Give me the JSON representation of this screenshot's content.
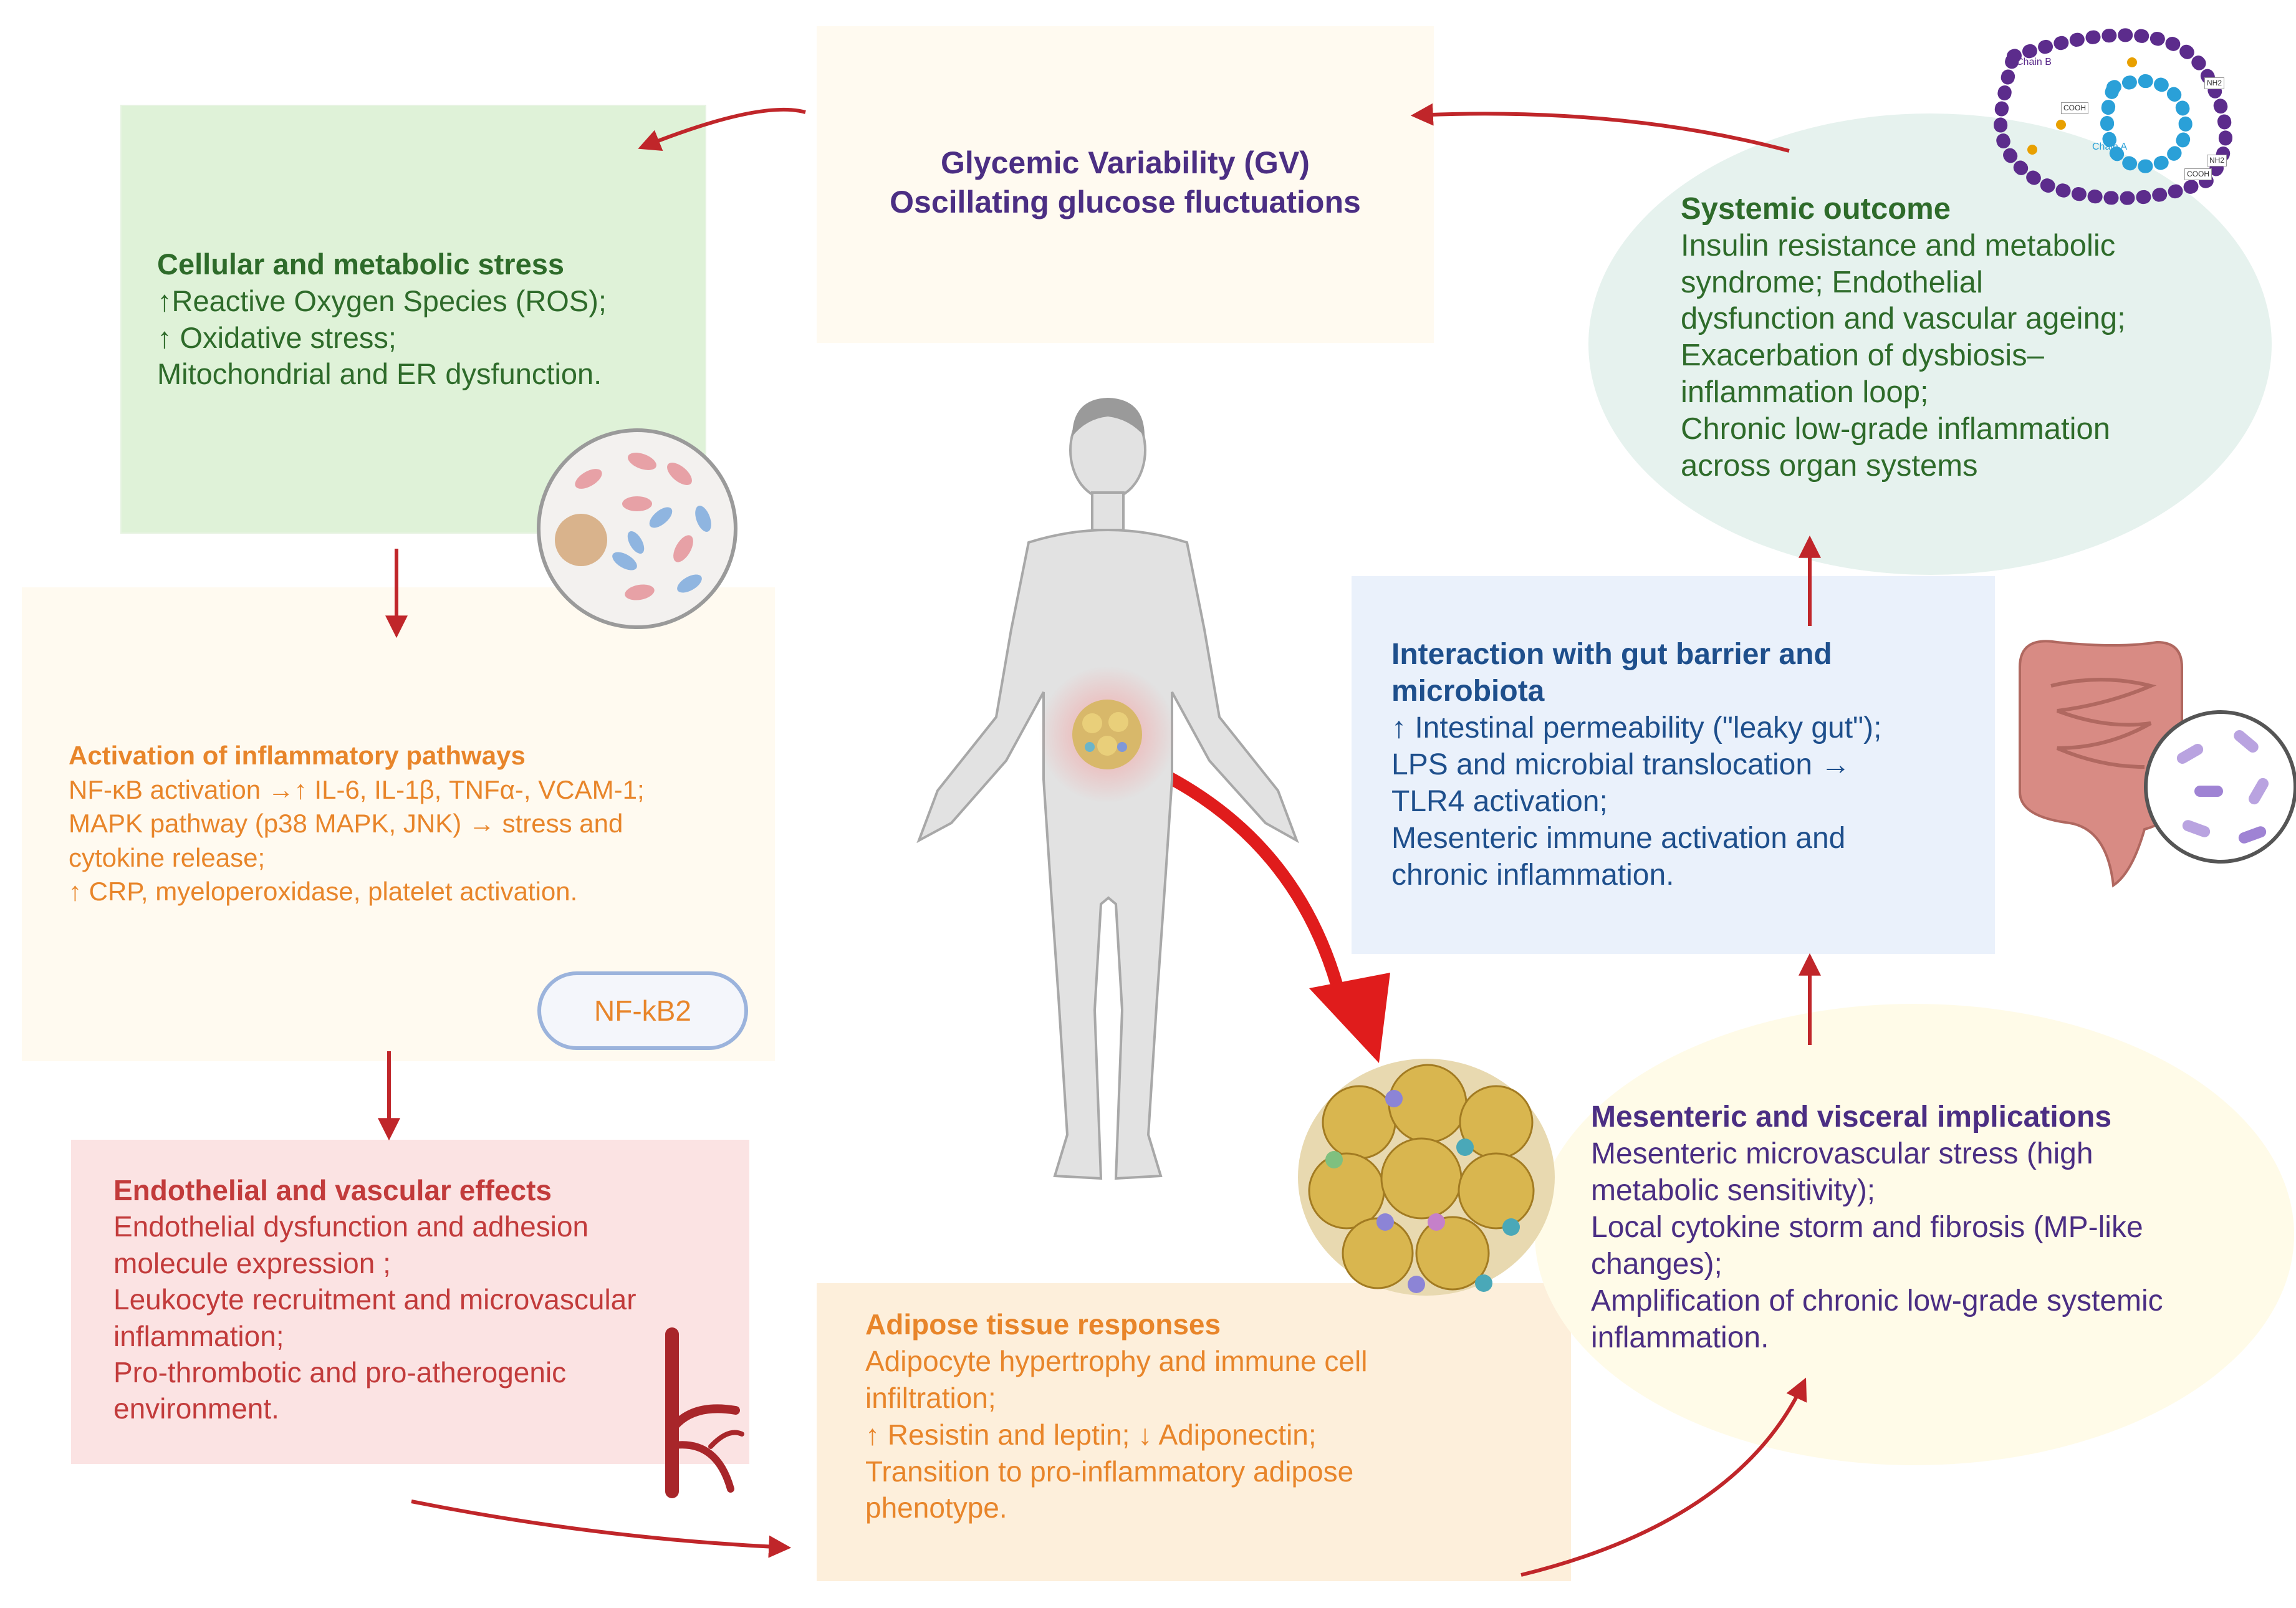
{
  "colors": {
    "gv_text": "#4b2e83",
    "stress_text": "#2e6b2a",
    "inflam_text": "#e8852a",
    "endo_text": "#c23b3b",
    "adipose_text": "#e8852a",
    "mesen_text": "#4b2e83",
    "gut_text": "#1e4f8c",
    "systemic_text": "#2e6b2a",
    "arrow": "#c0262a"
  },
  "gv": {
    "line1": "Glycemic Variability (GV)",
    "line2": "Oscillating glucose fluctuations"
  },
  "stress": {
    "title": "Cellular and metabolic stress",
    "lines": [
      "↑Reactive Oxygen Species (ROS);",
      "↑ Oxidative stress;",
      "Mitochondrial and ER dysfunction."
    ]
  },
  "inflammatory": {
    "title": "Activation of inflammatory pathways",
    "lines": [
      " NF-κB activation →↑ IL-6, IL-1β, TNFα-, VCAM-1;",
      " MAPK pathway (p38 MAPK, JNK) → stress and",
      "cytokine release;",
      "↑ CRP, myeloperoxidase, platelet activation."
    ],
    "badge": "NF-kB2"
  },
  "endothelial": {
    "title": "Endothelial and vascular effects",
    "lines": [
      " Endothelial dysfunction and adhesion",
      "molecule expression ;",
      "Leukocyte recruitment and microvascular",
      "inflammation;",
      "Pro-thrombotic and pro-atherogenic",
      "environment."
    ]
  },
  "adipose": {
    "title": "Adipose tissue responses",
    "lines": [
      " Adipocyte hypertrophy and immune cell",
      "infiltration;",
      "↑ Resistin and leptin; ↓ Adiponectin;",
      "Transition to pro-inflammatory adipose",
      "phenotype."
    ]
  },
  "mesenteric": {
    "title": "Mesenteric and visceral implications",
    "lines": [
      "Mesenteric microvascular stress (high",
      "metabolic sensitivity);",
      "Local cytokine storm and fibrosis (MP-like",
      "changes);",
      "Amplification of chronic low-grade systemic",
      "inflammation."
    ]
  },
  "gut": {
    "title_lines": [
      "Interaction with gut barrier and",
      "microbiota"
    ],
    "lines": [
      " ↑ Intestinal permeability (\"leaky gut\");",
      " LPS and microbial translocation →",
      "TLR4 activation;",
      "Mesenteric immune activation and",
      "chronic inflammation."
    ]
  },
  "systemic": {
    "title": "Systemic outcome",
    "lines": [
      " Insulin resistance and metabolic",
      "syndrome; Endothelial",
      "dysfunction and vascular ageing;",
      "Exacerbation of dysbiosis–",
      "inflammation loop;",
      "Chronic low-grade inflammation",
      "across organ systems"
    ]
  },
  "insulin": {
    "chain_b": "Chain B",
    "chain_a": "Chain A",
    "cooh_1": "COOH",
    "cooh_2": "COOH",
    "nh2_1": "NH2",
    "nh2_2": "NH2"
  }
}
